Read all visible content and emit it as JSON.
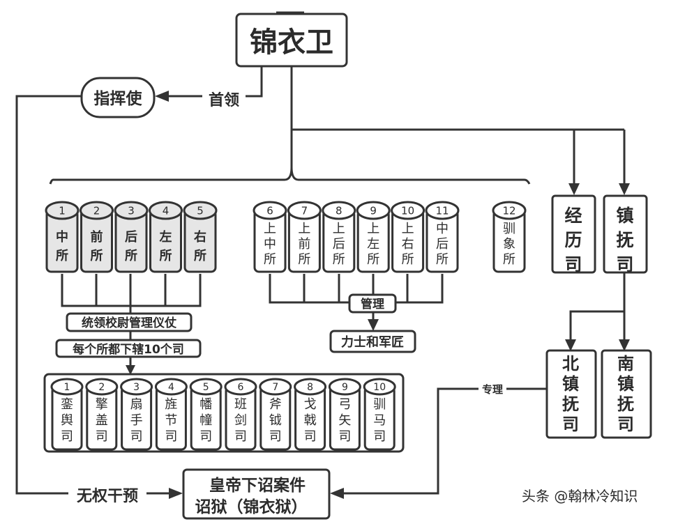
{
  "root": {
    "label": "锦衣卫"
  },
  "commander": {
    "label": "指挥使",
    "edge_label": "首领"
  },
  "group1": {
    "items": [
      {
        "num": "1",
        "label": "中所"
      },
      {
        "num": "2",
        "label": "前所"
      },
      {
        "num": "3",
        "label": "后所"
      },
      {
        "num": "4",
        "label": "左所"
      },
      {
        "num": "5",
        "label": "右所"
      }
    ],
    "duty": "统领校尉管理仪仗",
    "note": "每个所都下辖10个司"
  },
  "group2": {
    "items": [
      {
        "num": "6",
        "label": "上中所"
      },
      {
        "num": "7",
        "label": "上前所"
      },
      {
        "num": "8",
        "label": "上后所"
      },
      {
        "num": "9",
        "label": "上左所"
      },
      {
        "num": "10",
        "label": "上右所"
      },
      {
        "num": "11",
        "label": "中后所"
      }
    ],
    "duty": "管理",
    "target": "力士和军匠"
  },
  "group3": {
    "items": [
      {
        "num": "12",
        "label": "驯象所"
      }
    ]
  },
  "divisions": [
    {
      "num": "1",
      "label": "銮舆司"
    },
    {
      "num": "2",
      "label": "擎盖司"
    },
    {
      "num": "3",
      "label": "扇手司"
    },
    {
      "num": "4",
      "label": "旌节司"
    },
    {
      "num": "5",
      "label": "幡幢司"
    },
    {
      "num": "6",
      "label": "班剑司"
    },
    {
      "num": "7",
      "label": "斧钺司"
    },
    {
      "num": "8",
      "label": "戈戟司"
    },
    {
      "num": "9",
      "label": "弓矢司"
    },
    {
      "num": "10",
      "label": "驯马司"
    }
  ],
  "jingli": {
    "label": "经历司"
  },
  "zhenfu": {
    "label": "镇抚司"
  },
  "bei_zhenfu": {
    "label": "北镇抚司",
    "edge_label": "专理"
  },
  "nan_zhenfu": {
    "label": "南镇抚司"
  },
  "prison": {
    "line1": "皇帝下诏案件",
    "line2": "诏狱（锦衣狱）",
    "edge_label": "无权干预"
  },
  "watermark": "头条 @翰林冷知识"
}
